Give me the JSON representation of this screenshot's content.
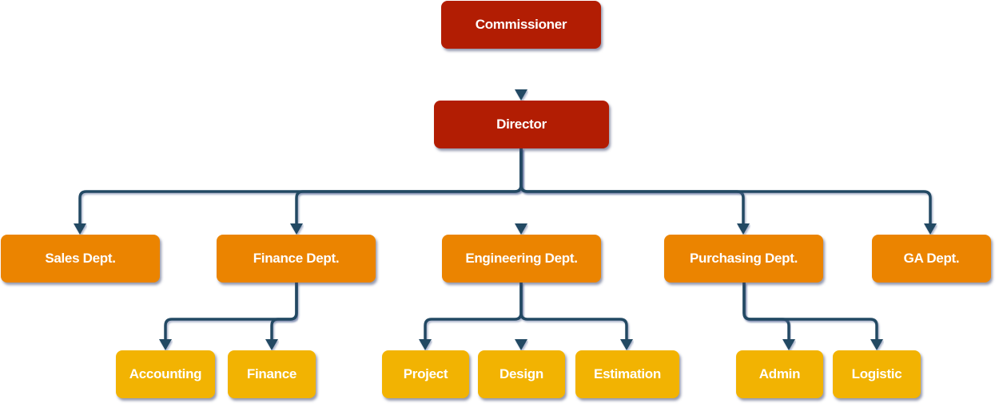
{
  "title": "Organization Chart",
  "colors": {
    "executive": "#b21d03",
    "department": "#eb8400",
    "section": "#f2b302",
    "connector": "#244863",
    "text": "#ffffff"
  },
  "nodes": [
    {
      "id": "commissioner",
      "label": "Commissioner",
      "level": 0,
      "parent": null
    },
    {
      "id": "director",
      "label": "Director",
      "level": 1,
      "parent": "commissioner"
    },
    {
      "id": "sales",
      "label": "Sales Dept.",
      "level": 2,
      "parent": "director"
    },
    {
      "id": "finance-dept",
      "label": "Finance Dept.",
      "level": 2,
      "parent": "director"
    },
    {
      "id": "engineering",
      "label": "Engineering Dept.",
      "level": 2,
      "parent": "director"
    },
    {
      "id": "purchasing",
      "label": "Purchasing Dept.",
      "level": 2,
      "parent": "director"
    },
    {
      "id": "ga",
      "label": "GA Dept.",
      "level": 2,
      "parent": "director"
    },
    {
      "id": "accounting",
      "label": "Accounting",
      "level": 3,
      "parent": "finance-dept"
    },
    {
      "id": "finance",
      "label": "Finance",
      "level": 3,
      "parent": "finance-dept"
    },
    {
      "id": "project",
      "label": "Project",
      "level": 3,
      "parent": "engineering"
    },
    {
      "id": "design",
      "label": "Design",
      "level": 3,
      "parent": "engineering"
    },
    {
      "id": "estimation",
      "label": "Estimation",
      "level": 3,
      "parent": "engineering"
    },
    {
      "id": "admin",
      "label": "Admin",
      "level": 3,
      "parent": "purchasing"
    },
    {
      "id": "logistic",
      "label": "Logistic",
      "level": 3,
      "parent": "purchasing"
    }
  ]
}
